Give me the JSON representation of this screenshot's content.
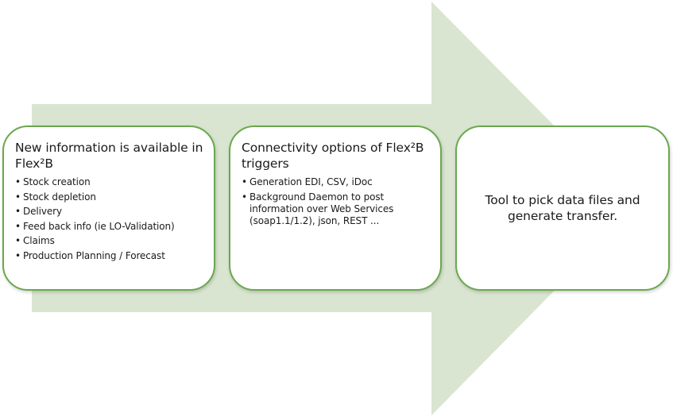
{
  "colors": {
    "arrow_fill": "#d9e5d0",
    "box_border": "#6aa84f",
    "box_fill": "#ffffff"
  },
  "boxes": [
    {
      "title": "New information is available in Flex²B",
      "bullets": [
        "Stock creation",
        "Stock depletion",
        "Delivery",
        "Feed back info (ie LO-Validation)",
        "Claims",
        "Production Planning / Forecast"
      ]
    },
    {
      "title": "Connectivity options of Flex²B triggers",
      "bullets": [
        "Generation EDI, CSV, iDoc",
        "Background Daemon to post information over Web Services (soap1.1/1.2), json, REST ..."
      ]
    },
    {
      "text": "Tool to pick data files and generate transfer."
    }
  ]
}
